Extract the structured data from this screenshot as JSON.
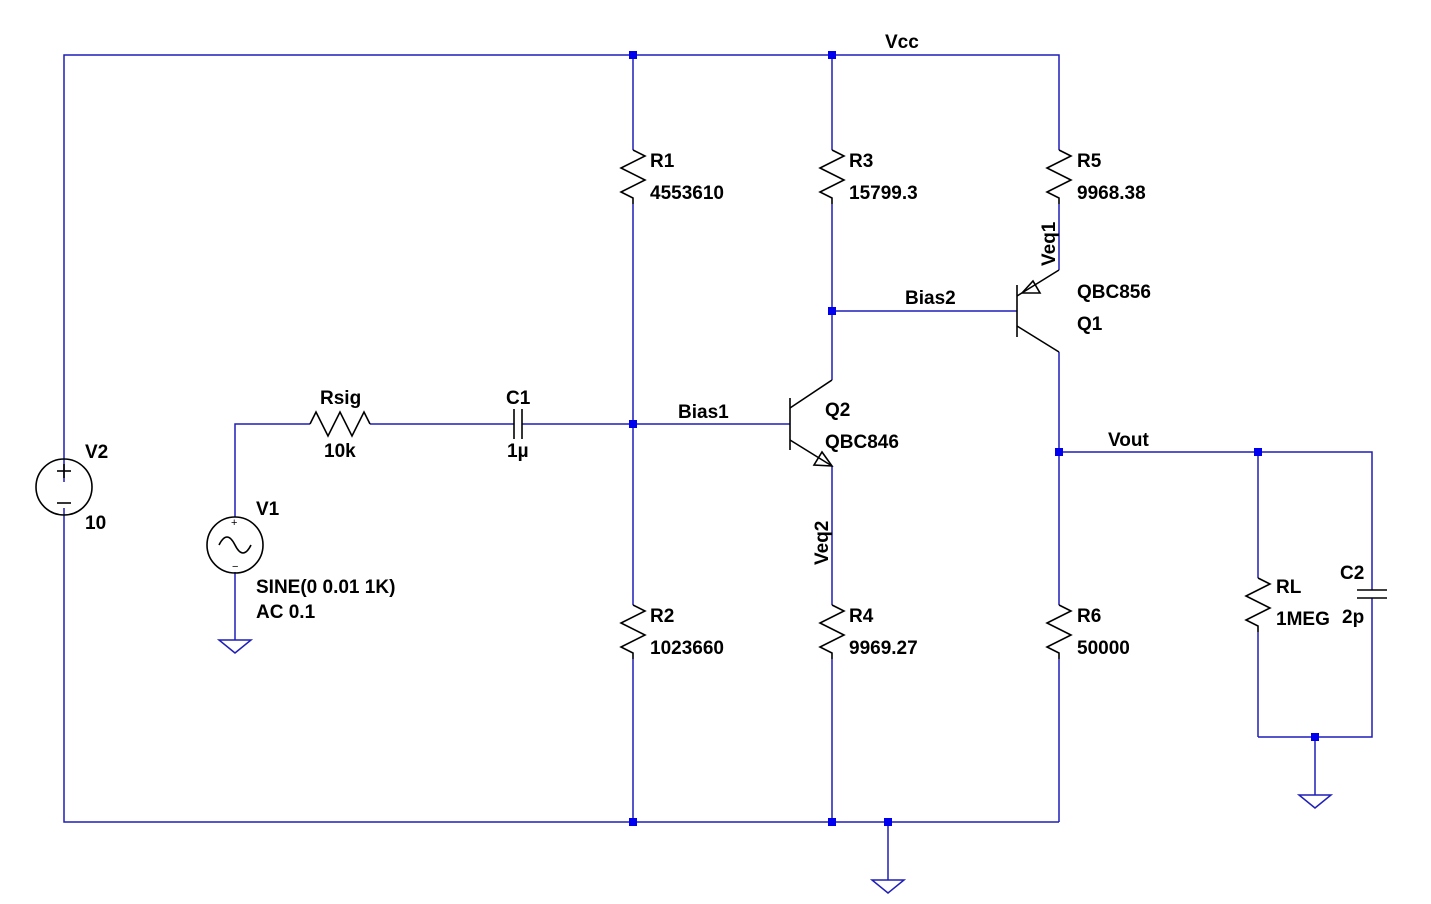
{
  "colors": {
    "wire": "#1f1fb8",
    "junction": "#0000ee",
    "symbol": "#000000",
    "background": "#ffffff"
  },
  "nets": {
    "vcc": "Vcc",
    "bias1": "Bias1",
    "bias2": "Bias2",
    "vout": "Vout",
    "veq1": "Veq1",
    "veq2": "Veq2"
  },
  "components": {
    "V2": {
      "name": "V2",
      "value": "10"
    },
    "V1": {
      "name": "V1",
      "value": "SINE(0 0.01 1K)",
      "ac": "AC 0.1"
    },
    "Rsig": {
      "name": "Rsig",
      "value": "10k"
    },
    "C1": {
      "name": "C1",
      "value": "1µ"
    },
    "R1": {
      "name": "R1",
      "value": "4553610"
    },
    "R2": {
      "name": "R2",
      "value": "1023660"
    },
    "R3": {
      "name": "R3",
      "value": "15799.3"
    },
    "R4": {
      "name": "R4",
      "value": "9969.27"
    },
    "R5": {
      "name": "R5",
      "value": "9968.38"
    },
    "R6": {
      "name": "R6",
      "value": "50000"
    },
    "RL": {
      "name": "RL",
      "value": "1MEG"
    },
    "C2": {
      "name": "C2",
      "value": "2p"
    },
    "Q1": {
      "name": "Q1",
      "model": "QBC856"
    },
    "Q2": {
      "name": "Q2",
      "model": "QBC846"
    }
  }
}
